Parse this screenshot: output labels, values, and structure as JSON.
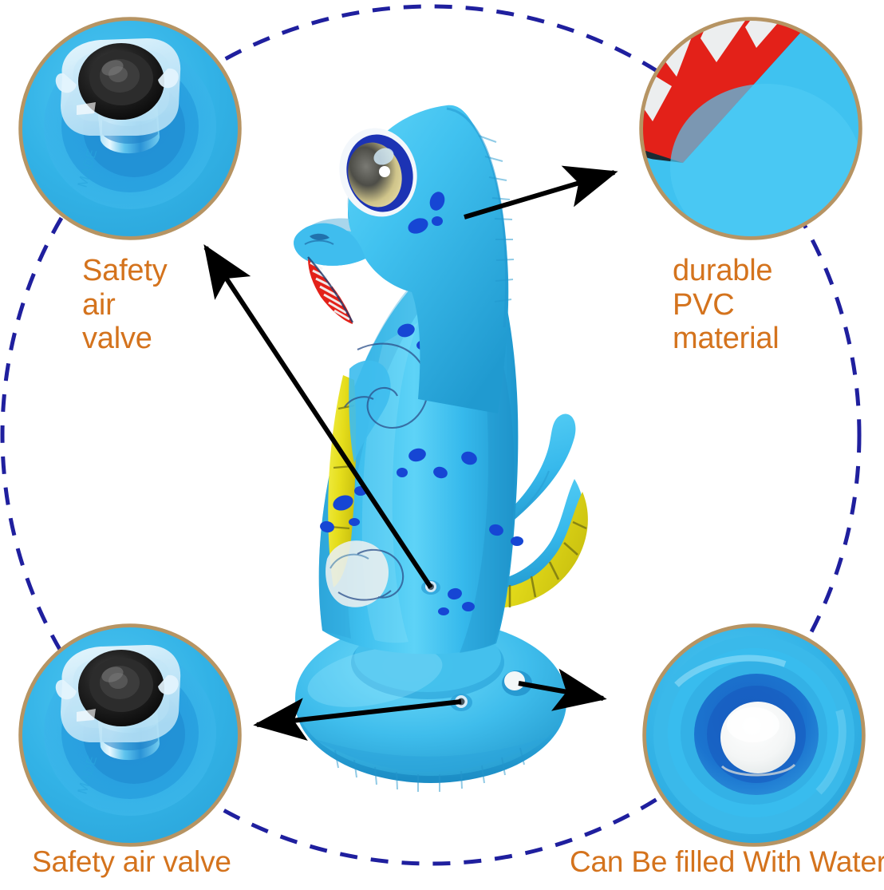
{
  "infographic": {
    "product": "Inflatable seal water sprinkler toy",
    "background_color": "#ffffff",
    "accent_text_color": "#d4731d",
    "dashed_guide_color": "#1f1f9e",
    "callout_border_color": "#b69463",
    "arrow_color": "#000000",
    "body_blue": "#34b8ea",
    "fin_yellow": "#e8e020",
    "spot_blue": "#1646d4",
    "teeth_red": "#e32119",
    "teeth_white": "#f0f0f0"
  },
  "callouts": [
    {
      "id": "top-left",
      "label": "Safety\nair\nvalve",
      "icon": "air-valve-icon",
      "detail": "Close-up of translucent safety air valve with black cap on blue PVC, embossed MADE text"
    },
    {
      "id": "top-right",
      "label": "durable\nPVC\nmaterial",
      "icon": "pvc-material-icon",
      "detail": "Close-up of red mouth with white teeth printed on durable blue PVC"
    },
    {
      "id": "bottom-left",
      "label": "Safety air valve",
      "icon": "air-valve-icon",
      "detail": "Close-up of translucent safety air valve with black cap on blue PVC base"
    },
    {
      "id": "bottom-right",
      "label": "Can Be filled With Water",
      "icon": "water-fill-cap-icon",
      "detail": "Close-up of white water fill cap set into a recessed dark blue ring"
    }
  ],
  "arrows": [
    {
      "id": "arrow-body-valve-to-top-left",
      "from": "seal-body-air-valve",
      "to": "callout-top-left",
      "style": "single-head"
    },
    {
      "id": "arrow-neck-to-top-right",
      "from": "seal-neck-pvc-surface",
      "to": "callout-top-right",
      "style": "single-head"
    },
    {
      "id": "arrow-base-valve-to-bottom-left",
      "from": "seal-base-air-valve",
      "to": "callout-bottom-left",
      "style": "single-head"
    },
    {
      "id": "arrow-base-cap-to-bottom-right",
      "from": "seal-base-water-cap",
      "to": "callout-bottom-right",
      "style": "single-head"
    }
  ],
  "product_figure": {
    "name": "inflatable-seal-sprinkler",
    "parts": [
      "head",
      "eye",
      "mouth",
      "neck",
      "body",
      "front-flipper",
      "tail",
      "ring-base",
      "air-valve",
      "water-fill-cap"
    ]
  }
}
